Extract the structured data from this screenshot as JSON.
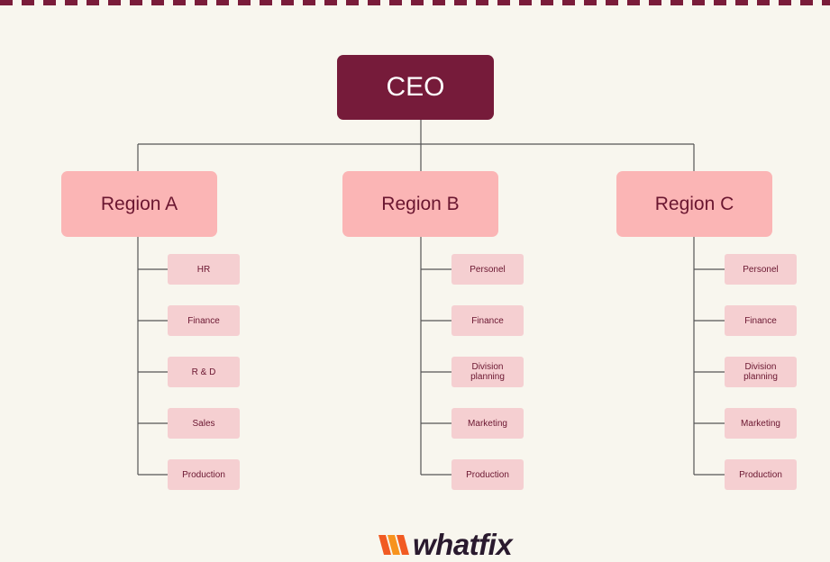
{
  "ceo": {
    "label": "CEO"
  },
  "regions": [
    {
      "label": "Region A",
      "items": [
        "HR",
        "Finance",
        "R & D",
        "Sales",
        "Production"
      ]
    },
    {
      "label": "Region B",
      "items": [
        "Personel",
        "Finance",
        "Division planning",
        "Marketing",
        "Production"
      ]
    },
    {
      "label": "Region C",
      "items": [
        "Personel",
        "Finance",
        "Division planning",
        "Marketing",
        "Production"
      ]
    }
  ],
  "logo": {
    "text": "whatfix"
  },
  "colors": {
    "background": "#f8f6ee",
    "ceo_box": "#761b3a",
    "region_box": "#fbb5b5",
    "item_box": "#f5cfd1",
    "text_dark": "#6a1630",
    "logo_orange": "#f15a22"
  }
}
